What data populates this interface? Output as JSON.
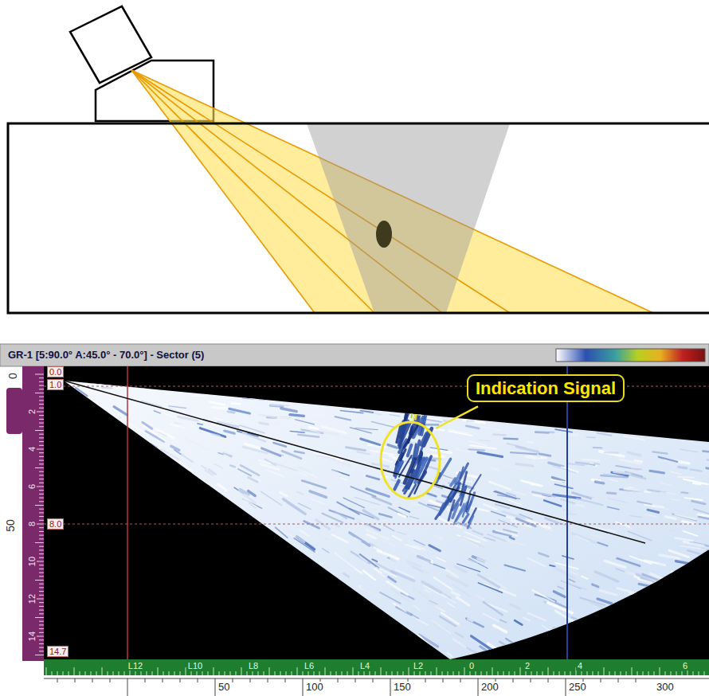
{
  "diagram": {
    "nodes": [
      {
        "text": [
          "Indication Signal"
        ]
      }
    ],
    "labels": [
      "GR-1 [5:90.0° A:45.0° - 70.0°] - Sector (5)",
      "0.0",
      "1.0",
      "8.0",
      "14.7",
      "50",
      "0",
      "2",
      "4",
      "6",
      "8",
      "10",
      "12",
      "14",
      "L12",
      "L10",
      "L8",
      "L6",
      "L4",
      "L2",
      "0",
      "2",
      "4",
      "6",
      "50",
      "100",
      "150",
      "200",
      "250",
      "300"
    ]
  }
}
